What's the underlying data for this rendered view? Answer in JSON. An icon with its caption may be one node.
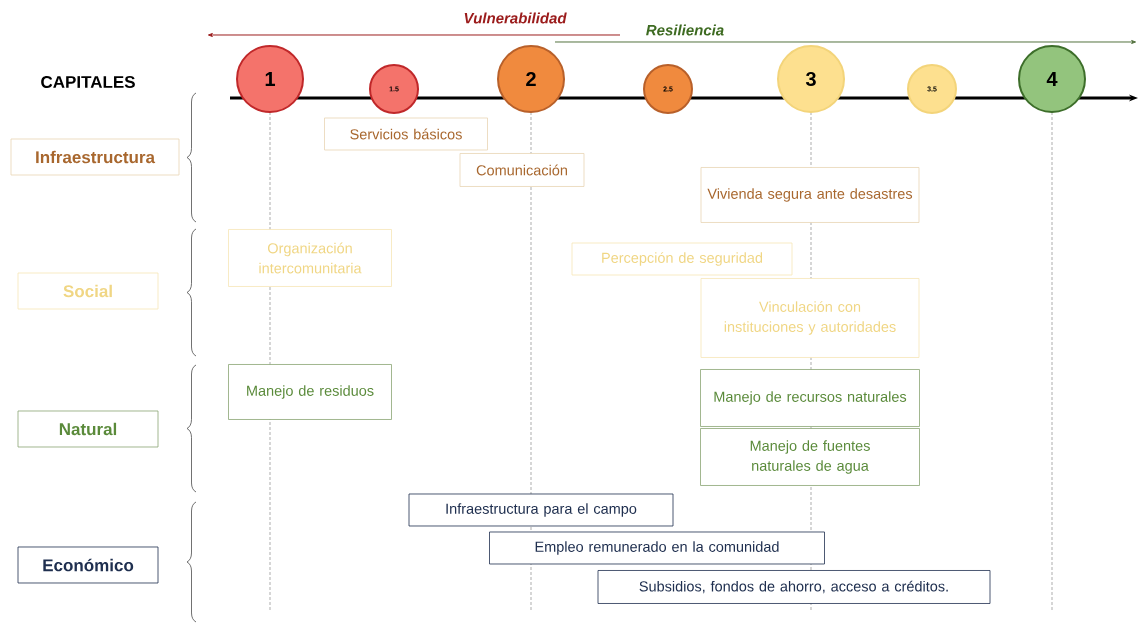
{
  "diagram": {
    "nodes": [
      {
        "text": [
          "1"
        ]
      },
      {
        "text": [
          "1.5"
        ]
      },
      {
        "text": [
          "2"
        ]
      },
      {
        "text": [
          "2.5"
        ]
      },
      {
        "text": [
          "3"
        ]
      },
      {
        "text": [
          "3.5"
        ]
      },
      {
        "text": [
          "4"
        ]
      },
      {
        "text": [
          "Infraestructura"
        ]
      },
      {
        "text": [
          "Social"
        ]
      },
      {
        "text": [
          "Natural"
        ]
      },
      {
        "text": [
          "Económico"
        ]
      },
      {
        "text": [
          "Servicios básicos"
        ]
      },
      {
        "text": [
          "Comunicación"
        ]
      },
      {
        "text": [
          "Vivienda segura ante desastres"
        ]
      },
      {
        "text": [
          "Organización intercomunitaria"
        ]
      },
      {
        "text": [
          "Percepción de seguridad"
        ]
      },
      {
        "text": [
          "Vinculación con instituciones y autoridades"
        ]
      },
      {
        "text": [
          "Manejo de residuos"
        ]
      },
      {
        "text": [
          "Manejo de recursos naturales"
        ]
      },
      {
        "text": [
          "Manejo de fuentes naturales de agua"
        ]
      },
      {
        "text": [
          "Infraestructura para el campo"
        ]
      },
      {
        "text": [
          "Empleo remunerado en la comunidad"
        ]
      },
      {
        "text": [
          "Subsidios, fondos de ahorro, acceso a créditos."
        ]
      }
    ],
    "labels": [
      "CAPITALES",
      "Vulnerabilidad",
      "Resiliencia"
    ]
  }
}
